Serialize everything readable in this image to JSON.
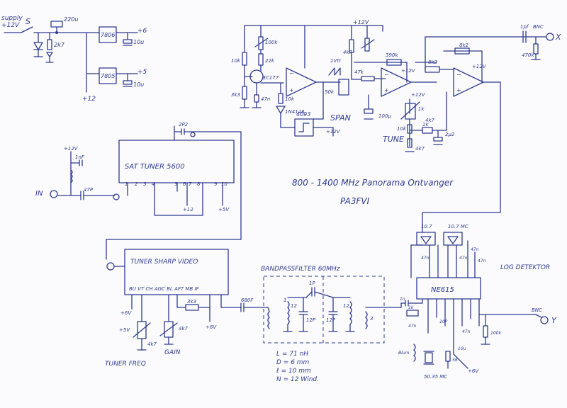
{
  "power": {
    "supply": "supply\n+12V",
    "switch": "S",
    "cap_top": "220u",
    "resistor": "2k7",
    "reg1": "7806",
    "reg1_out": "+6",
    "reg1_cap": "10u",
    "reg2": "7805",
    "reg2_out": "+5",
    "reg2_cap": "10u",
    "rail": "+12"
  },
  "sweep": {
    "supply": "+12V",
    "r1": "10k",
    "r2": "3k3",
    "pot": "100k",
    "r3": "22k",
    "transistor": "BC177",
    "c1": "47n",
    "r4": "10k",
    "diode": "1N4148",
    "ic": "4093",
    "ic_supply": "+12V",
    "wave": "1Vtt",
    "r5": "4k7",
    "r6": "47k",
    "span_pot": "50k",
    "span_label": "SPAN",
    "c2": "100µ",
    "r7": "390k",
    "op_supply": "+12V",
    "r8": "8k2",
    "r9": "8k2",
    "op2_supply": "+12V",
    "op3_supply": "+12V",
    "tune_pot": "1k",
    "r10": "10k",
    "r11": "4k7",
    "r12": "1k",
    "tune_label": "TUNE",
    "c3": "2µ2",
    "r13": "4k7",
    "out_cap": "1pf",
    "out_res": "470k",
    "out_conn": "BNC",
    "out_axis": "X"
  },
  "sat_tuner": {
    "name": "SAT TUNER 5600",
    "supply": "+12V",
    "c1": "1nF",
    "in_cap": "47P",
    "in_label": "IN",
    "top_cap": "2P2",
    "pins": [
      "1",
      "2",
      "3",
      "4",
      "5",
      "6",
      "7",
      "8",
      "9",
      "10"
    ],
    "v12": "+12",
    "v5": "+5V"
  },
  "titles": {
    "line1": "800 - 1400 MHz   Panorama Ontvanger",
    "line2": "PA3FVI"
  },
  "sharp_tuner": {
    "name": "TUNER  SHARP VIDEO",
    "pins": "BU  VT  CH  AGC  BL  AFT  MB  IF",
    "v6a": "+6V",
    "v5": "+5V",
    "pot": "4k7",
    "freq": "TUNER FREQ",
    "gain_pot": "4k7",
    "gain": "GAIN",
    "r1": "3k3",
    "v6b": "+6V",
    "if_cap": "680F"
  },
  "bandpass": {
    "title": "BANDPASSFILTER  60MHz",
    "cap_couple": "1P",
    "l1": "12",
    "l2": "12",
    "c1": "12P",
    "c2": "12P",
    "tap1": "1",
    "tap2": "3",
    "spec_l": "L = 71 nH",
    "spec_d": "D = 6 mm",
    "spec_len": "ℓ = 10 mm",
    "spec_n": "N = 12 Wind."
  },
  "log_detector": {
    "title": "LOG DETEKTOR",
    "ic": "NE615",
    "f1": "10.7",
    "f2": "10.7 MC",
    "c1": "47n",
    "c2": "47n",
    "c3": "47n",
    "c4": "47n",
    "c5": "1n",
    "r1": "1k",
    "c6": "47n",
    "c7": "10P",
    "c8": "47n",
    "c9": "10u",
    "r2": "100k",
    "r3": "56",
    "l1": "Blum",
    "xtal": "50.35 MC",
    "supply": "+6V",
    "out_conn": "BNC",
    "out_axis": "Y"
  }
}
